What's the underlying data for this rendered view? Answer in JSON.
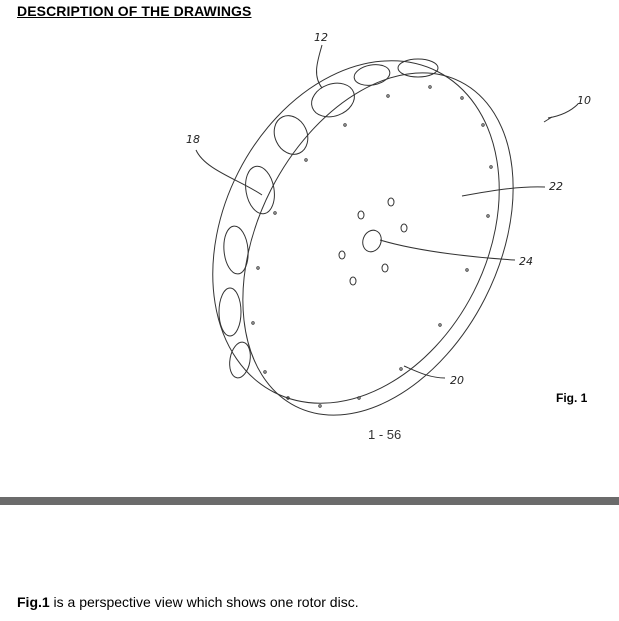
{
  "heading": "DESCRIPTION OF THE DRAWINGS",
  "drawing": {
    "references": {
      "r12": "12",
      "r10": "10",
      "r18": "18",
      "r22": "22",
      "r24": "24",
      "r20": "20"
    },
    "figure_label": "Fig. 1",
    "page_number": "1 - 56"
  },
  "caption": {
    "fig_ref": "Fig.1",
    "text": " is a perspective view which shows one rotor disc."
  }
}
